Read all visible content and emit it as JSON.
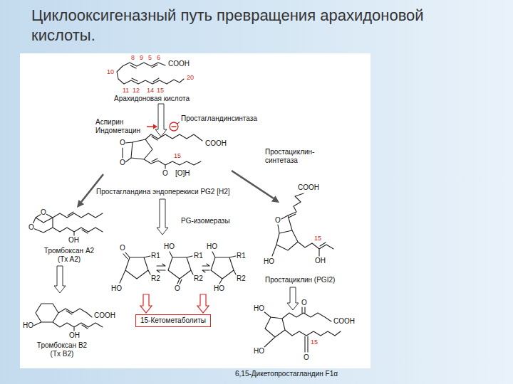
{
  "diagram": {
    "title": "Циклооксигеназный путь превращения арахидоновой кислоты.",
    "nodes": [
      {
        "text": [
          "15-Кетометаболиты"
        ]
      }
    ],
    "labels": [
      "8",
      "9",
      "5",
      "6",
      "COOH",
      "10",
      "20",
      "11",
      "12",
      "14",
      "15",
      "Арахидоновая кислота",
      "Аспирин Индометацин",
      "Простагландинсинтаза",
      "O",
      "O",
      "COOH",
      "15",
      "O",
      "[O]H",
      "Простациклин- синтетаза",
      "Простагландина эндоперекиси PG2 [H2]",
      "COOH",
      "O",
      "O",
      "OH",
      "PG-изомеразы",
      "O",
      "Тромбоксан А2 (Tx A2)",
      "O",
      "R1",
      "R2",
      "HO",
      "HO",
      "R1",
      "R2",
      "O",
      "HO",
      "R1",
      "R2",
      "HO",
      "15",
      "HO",
      "OH",
      "Простациклин (PGI2)",
      "COOH",
      "HO",
      "OH",
      "Тромбоксан В2 (Tx B2)",
      "HO",
      "O",
      "COOH",
      "15",
      "HO",
      "O",
      "6,15-Дикетопростагландин F1α"
    ]
  }
}
